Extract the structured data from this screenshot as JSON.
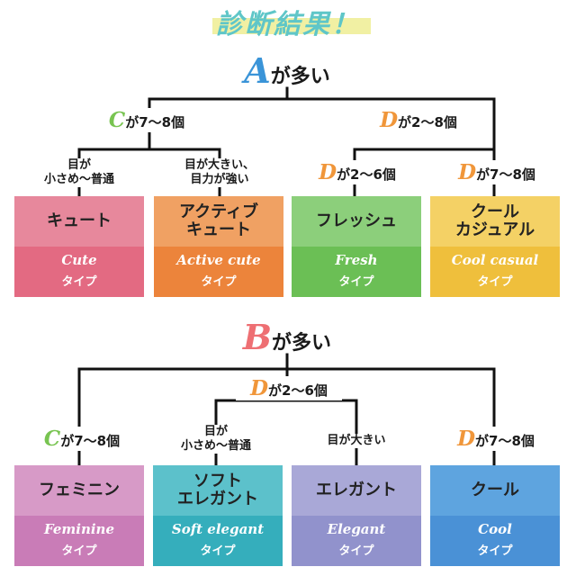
{
  "title": "診断結果！",
  "colors": {
    "A": "#3a94d8",
    "B": "#ee6f73",
    "C": "#78c451",
    "D": "#f0963a",
    "title": "#5fc6c8",
    "highlight": "#f1f0a3"
  },
  "trees": [
    {
      "root": {
        "letter": "A",
        "rest": "が多い"
      },
      "branches": [
        {
          "letter": "C",
          "rest": "が7〜8個",
          "children": [
            {
              "condition": [
                "目が",
                "小さめ〜普通"
              ],
              "result": {
                "jp": [
                  "キュート"
                ],
                "en": "Cute",
                "type": "タイプ",
                "top_color": "#e7889c",
                "bottom_color": "#e36a82"
              }
            },
            {
              "condition": [
                "目が大きい、",
                "目力が強い"
              ],
              "result": {
                "jp": [
                  "アクティブ",
                  "キュート"
                ],
                "en": "Active cute",
                "type": "タイプ",
                "top_color": "#f0a163",
                "bottom_color": "#ec843b"
              }
            }
          ]
        },
        {
          "letter": "D",
          "rest": "が2〜8個",
          "children": [
            {
              "condition_letter": "D",
              "condition_rest": "が2〜6個",
              "result": {
                "jp": [
                  "フレッシュ"
                ],
                "en": "Fresh",
                "type": "タイプ",
                "top_color": "#8ccf7b",
                "bottom_color": "#6bbf55"
              }
            },
            {
              "condition_letter": "D",
              "condition_rest": "が7〜8個",
              "result": {
                "jp": [
                  "クール",
                  "カジュアル"
                ],
                "en": "Cool casual",
                "type": "タイプ",
                "top_color": "#f4d165",
                "bottom_color": "#efbf3c"
              }
            }
          ]
        }
      ]
    },
    {
      "root": {
        "letter": "B",
        "rest": "が多い"
      },
      "branches": [
        {
          "letter": "C",
          "rest": "が7〜8個",
          "result": {
            "jp": [
              "フェミニン"
            ],
            "en": "Feminine",
            "type": "タイプ",
            "top_color": "#d79ac7",
            "bottom_color": "#c97cb7"
          }
        },
        {
          "letter": "D",
          "rest": "が2〜6個",
          "children": [
            {
              "condition": [
                "目が",
                "小さめ〜普通"
              ],
              "result": {
                "jp": [
                  "ソフト",
                  "エレガント"
                ],
                "en": "Soft elegant",
                "type": "タイプ",
                "top_color": "#5cc1cb",
                "bottom_color": "#35aebc"
              }
            },
            {
              "condition": [
                "目が大きい"
              ],
              "result": {
                "jp": [
                  "エレガント"
                ],
                "en": "Elegant",
                "type": "タイプ",
                "top_color": "#a9a8d7",
                "bottom_color": "#9192cc"
              }
            }
          ]
        },
        {
          "letter": "D",
          "rest": "が7〜8個",
          "result": {
            "jp": [
              "クール"
            ],
            "en": "Cool",
            "type": "タイプ",
            "top_color": "#5ea4df",
            "bottom_color": "#4a91d6"
          }
        }
      ]
    }
  ]
}
